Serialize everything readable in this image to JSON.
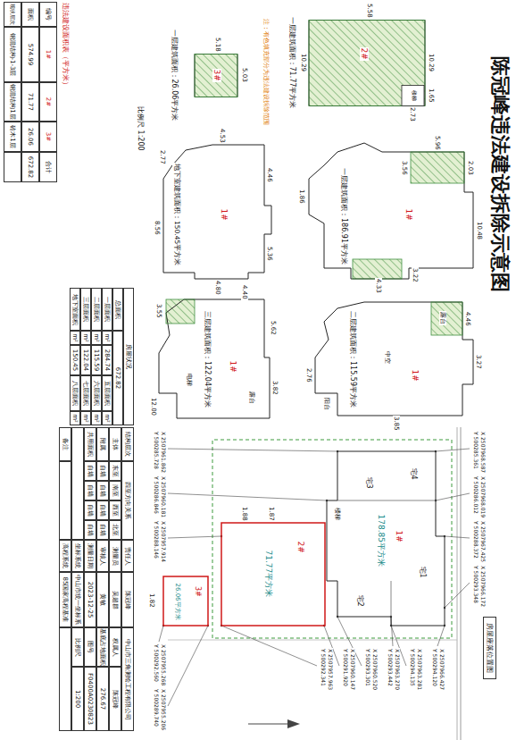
{
  "diagram": {
    "title": "陈冠峰违法建设拆除示意图",
    "nodes": [
      {
        "text": [
          "一层建筑面积：186.91平方米",
          "1#"
        ]
      },
      {
        "text": [
          "一层建筑面积：71.77平方米",
          "2#"
        ]
      },
      {
        "text": [
          "一层建筑面积：26.06平方米",
          "3#"
        ]
      },
      {
        "text": [
          "地下室建筑面积：150.45平方米",
          "1#"
        ]
      },
      {
        "text": [
          "二层建筑面积：115.59平方米",
          "1#"
        ]
      },
      {
        "text": [
          "三层建筑面积：122.04平方米",
          "1#"
        ]
      },
      {
        "text": [
          "1#",
          "178.85平方米"
        ]
      },
      {
        "text": [
          "2#",
          "71.77平方米"
        ]
      },
      {
        "text": [
          "3#",
          "26.06平方米"
        ]
      },
      {
        "text": [
          "房屋座落位置图"
        ]
      }
    ],
    "labels": [
      "违法建设面积表（平方米）",
      "注：有色填充部分为违法建设拆除范围",
      "编号",
      "1#",
      "2#",
      "3#",
      "合计",
      "面积",
      "574.99",
      "71.77",
      "26.06",
      "672.82",
      "现状层次",
      "钢混结构-1-3层",
      "钢混结构1层",
      "砖木1层",
      "比例尺 1:200",
      "房屋状况",
      "总面积",
      "672.82",
      "一层面积",
      "m²",
      "284.74",
      "五层面积",
      "m²",
      "二层面积",
      "m²",
      "115.59",
      "六层面积",
      "m²",
      "三层面积",
      "m²",
      "122.04",
      "七层面积",
      "m²",
      "地下室面积",
      "m²",
      "150.45",
      "八层面积",
      "m²",
      "结构层次",
      "四至方向关系",
      "责任人",
      "陈冠峰",
      "中山市三角测绘工程有限公司",
      "主体",
      "东至",
      "南至",
      "西至",
      "北至",
      "测量员",
      "吴超群",
      "权属人",
      "陈冠峰",
      "附属",
      "自墙",
      "自墙",
      "自墙",
      "自墙",
      "审核人",
      "黄敏",
      "基底占地面积",
      "276.67",
      "共用面积",
      "自墙",
      "自墙",
      "自墙",
      "自墙",
      "测量日期",
      "2023-12-25",
      "图号",
      "F0400A0230823",
      "坐标系统",
      "中山市统一坐标系",
      "比例尺",
      "1:200",
      "备注",
      "高程系统",
      "85国家高程基准",
      "10.29",
      "1.65",
      "2.73",
      "5.58",
      "10.29",
      "楼梯",
      "5.03",
      "5.18",
      "10.48",
      "2.03",
      "5.96",
      "3.56",
      "3.22",
      "4.33",
      "1.86",
      "4.46",
      "5.36",
      "4.53",
      "4.80",
      "8.56",
      "2.77",
      "4.46",
      "3.27",
      "3.85",
      "2.76",
      "露台",
      "中空",
      "阳台",
      "5.62",
      "3.82",
      "4.40",
      "3.55",
      "12.00",
      "电梯",
      "露台",
      "宅1",
      "宅2",
      "宅3",
      "宅4",
      "楼梯",
      "1.87",
      "1.88",
      "1.82",
      "X 2507968.587",
      "Y 500285.361",
      "X 2507968.019",
      "Y 500286.012",
      "X 2507967.425",
      "Y 500288.372",
      "X 2507966.172",
      "Y 500293.348",
      "X 2507966.427",
      "Y 500294.120",
      "X 2507963.281",
      "Y 500294.135",
      "X 2507963.270",
      "Y 500293.442",
      "X 2507960.520",
      "Y 500293.301",
      "X 2507960.147",
      "Y 500291.920",
      "X 2507957.963",
      "Y 500292.341",
      "X 2507961.862",
      "Y 500285.728",
      "X 2507960.181",
      "Y 500286.846",
      "X 2507957.914",
      "Y 500288.146",
      "X 2507955.268",
      "Y 500292.560",
      "X 2507955.206",
      "Y 500289.740"
    ]
  }
}
